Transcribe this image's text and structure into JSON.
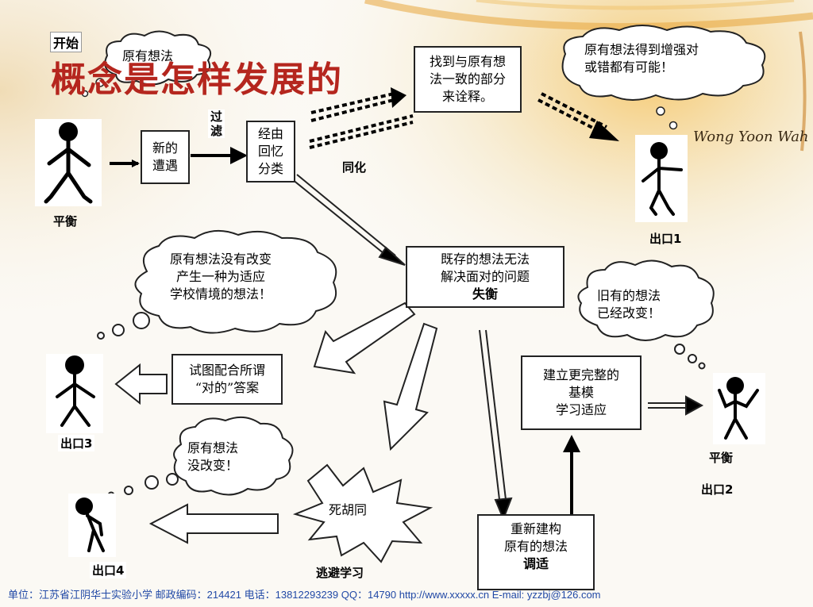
{
  "title": "概念是怎样发展的",
  "start_label": "开始",
  "signature": "Wong Yoon Wah",
  "nodes": {
    "new_encounter": [
      "新的",
      "遭遇"
    ],
    "filter": [
      "过",
      "滤"
    ],
    "recall_classify": [
      "经由",
      "回忆",
      "分类"
    ],
    "find_consistent": [
      "找到与原有想",
      "法一致的部分",
      "来诠释。"
    ],
    "cannot_solve": [
      "既存的想法无法",
      "解决面对的问题"
    ],
    "disequilibrium": "失衡",
    "try_match": [
      "试图配合所谓",
      "“对的”答案"
    ],
    "build_complete": [
      "建立更完整的",
      "基模",
      "学习适应"
    ],
    "reconstruct": [
      "重新建构",
      "原有的想法"
    ],
    "adaptation": "调适",
    "dead_end": "死胡同"
  },
  "clouds": {
    "original_idea": "原有想法",
    "strengthen": [
      "原有想法得到增强对",
      "或错都有可能！"
    ],
    "no_change_new": [
      "原有想法没有改变",
      "产生一种为适应",
      "学校情境的想法！"
    ],
    "old_changed": [
      "旧有的想法",
      "已经改变！"
    ],
    "not_changed": [
      "原有想法",
      "没改变！"
    ]
  },
  "labels": {
    "assimilation": "同化",
    "equilibrium_start": "平衡",
    "exit1": "出口1",
    "exit2": "出口2",
    "exit3": "出口3",
    "exit4": "出口4",
    "equilibrium_exit2": "平衡",
    "avoid_learning": "逃避学习"
  },
  "footer": "单位：江苏省江阴华士实验小学  邮政编码：214421   电话：13812293239 QQ：14790    http://www.xxxxx.cn    E-mail: yzzbj@126.com",
  "colors": {
    "title": "#b5261e",
    "footer": "#2149a6",
    "accent_gold": "#d99a2b"
  }
}
